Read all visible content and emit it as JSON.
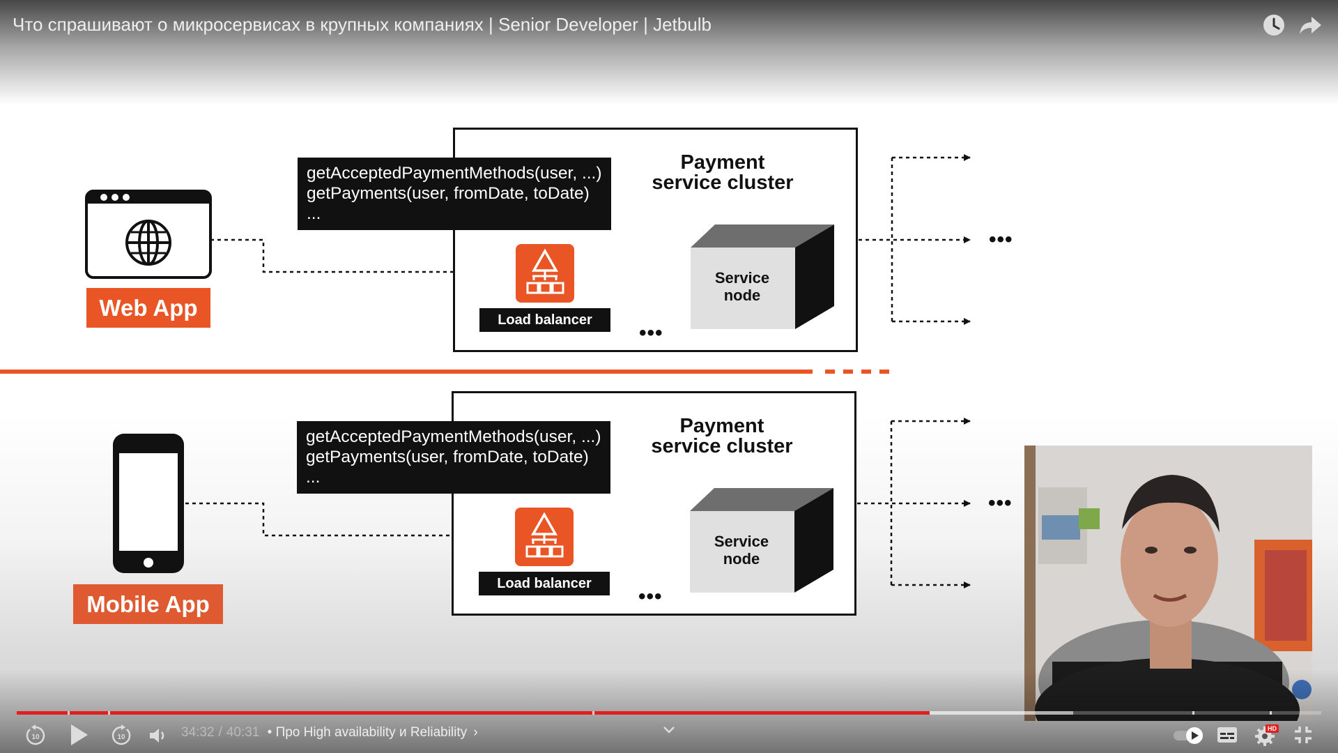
{
  "video": {
    "title": "Что спрашивают о микросервисах в крупных компаниях | Senior Developer | Jetbulb"
  },
  "top_icons": [
    "clock-icon",
    "share-icon"
  ],
  "diagram": {
    "top": {
      "app_label": "Web App",
      "cluster_title_line1": "Payment",
      "cluster_title_line2": "service cluster",
      "code": "getAcceptedPaymentMethods(user, ...)\ngetPayments(user, fromDate, toDate)\n...",
      "load_balancer_label": "Load balancer",
      "service_node_line1": "Service",
      "service_node_line2": "node",
      "ellipsis": "•••",
      "fanout_ellipsis": "•••"
    },
    "bottom": {
      "app_label": "Mobile App",
      "cluster_title_line1": "Payment",
      "cluster_title_line2": "service cluster",
      "code": "getAcceptedPaymentMethods(user, ...)\ngetPayments(user, fromDate, toDate)\n...",
      "load_balancer_label": "Load balancer",
      "service_node_line1": "Service",
      "service_node_line2": "node",
      "ellipsis": "•••",
      "fanout_ellipsis": "•••"
    },
    "colors": {
      "accent": "#e95524",
      "dark": "#111111",
      "cube_face": "#e0e0e0"
    }
  },
  "player": {
    "current_time": "34:32",
    "duration": "40:31",
    "time_separator": "/",
    "chapter": "• Про High availability и Reliability",
    "chapter_chevron": "›",
    "progress_played_fraction": 0.7,
    "progress_buffered_fraction": 0.81,
    "hd_badge": "HD",
    "colors": {
      "played": "#e02020",
      "buffered": "rgba(255,255,255,0.55)",
      "unplayed": "rgba(255,255,255,0.25)"
    }
  }
}
